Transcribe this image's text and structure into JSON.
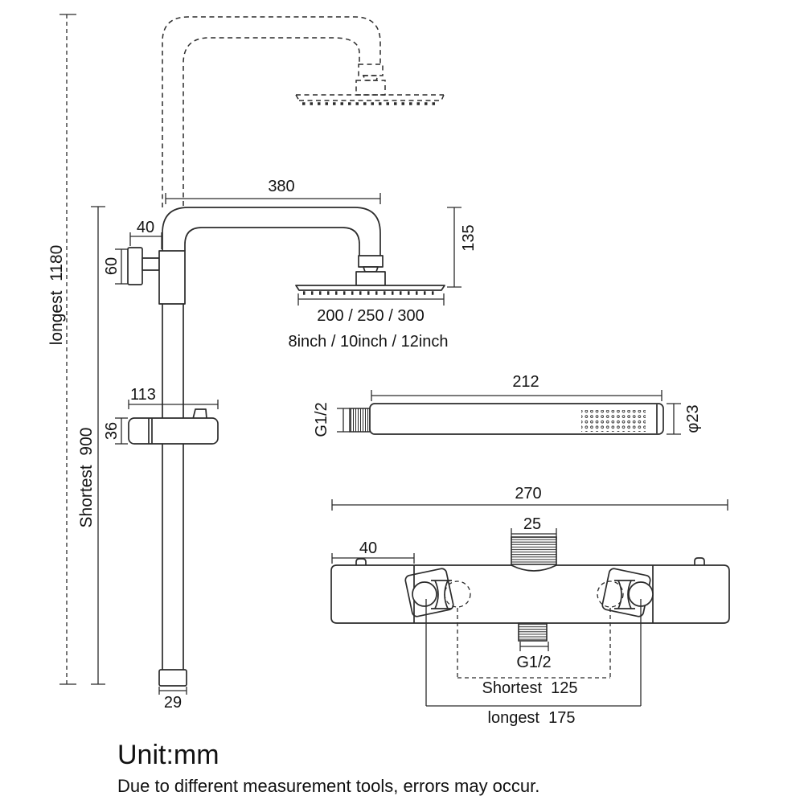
{
  "diagram": {
    "unit_note": "Unit:mm",
    "disclaimer": "Due to different measurement tools, errors may occur."
  },
  "riser_column": {
    "longest": "longest  1180",
    "shortest": "Shortest  900",
    "arm_reach": "380",
    "wall_bracket_depth": "40",
    "wall_bracket_height": "60",
    "head_drop": "135",
    "head_diameters_mm": "200 / 250 / 300",
    "head_diameters_inch": "8inch / 10inch / 12inch",
    "slider_width": "113",
    "slider_height": "36",
    "bottom_cap_width": "29"
  },
  "hand_shower": {
    "length": "212",
    "inlet_thread": "G1/2",
    "diameter": "φ23"
  },
  "mixer_valve": {
    "body_width": "270",
    "inlet_width": "25",
    "end_offset": "40",
    "outlet_thread": "G1/2",
    "shortest": "Shortest  125",
    "longest": "longest  175"
  }
}
